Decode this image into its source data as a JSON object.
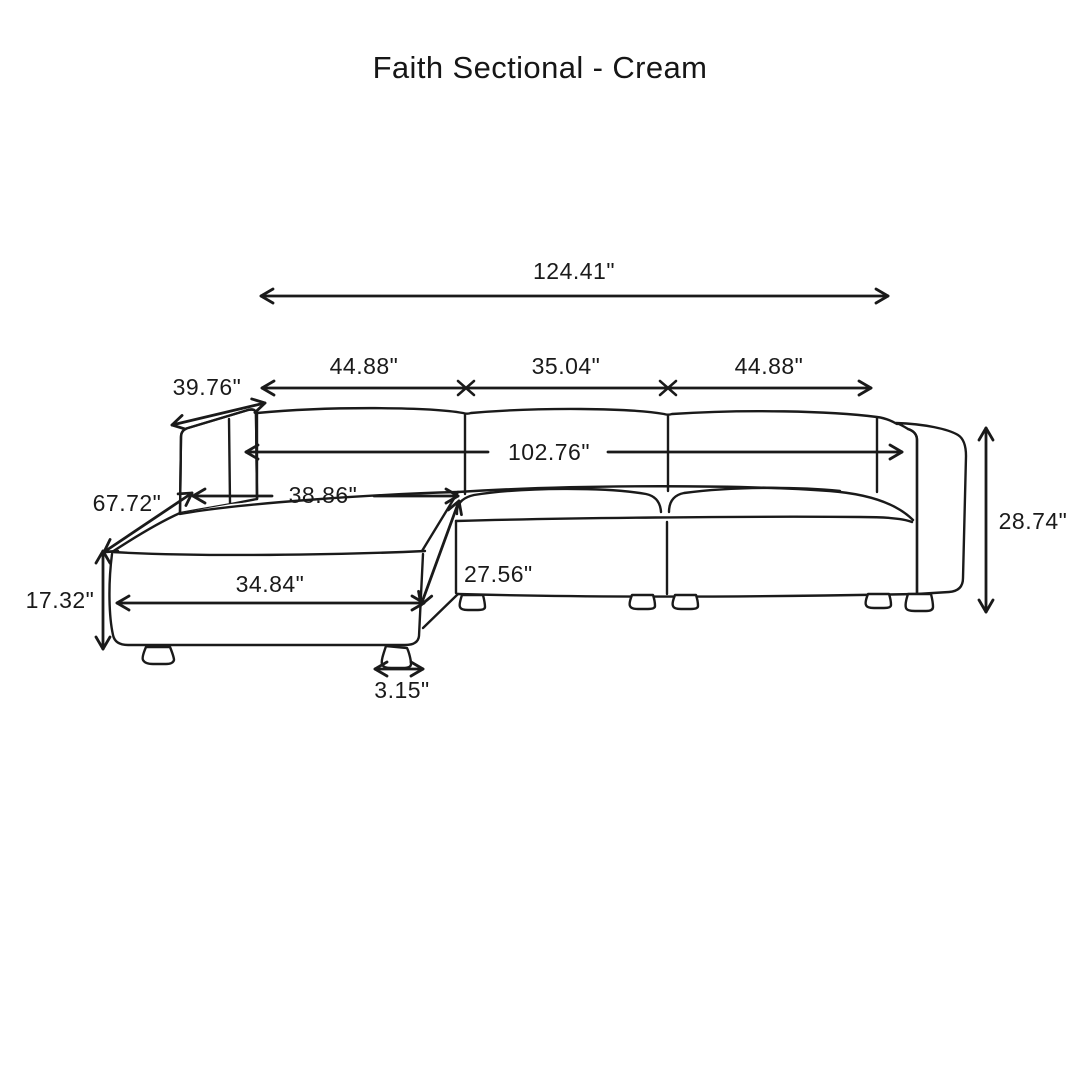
{
  "page": {
    "title": "Faith Sectional - Cream"
  },
  "illustration": {
    "subject": "sectional sofa with left chaise, front three-quarter line drawing",
    "style": "hand-drawn outline",
    "colors": {
      "ink": "#1a1a1a",
      "background": "#ffffff"
    }
  },
  "dimensions": {
    "overall_width": "124.41\"",
    "section_left": "44.88\"",
    "section_middle": "35.04\"",
    "section_right": "44.88\"",
    "arm_depth": "39.76\"",
    "interior_width": "102.76\"",
    "chaise_depth": "67.72\"",
    "chaise_interior_width": "38.86\"",
    "seat_height": "17.32\"",
    "chaise_front_width": "34.84\"",
    "seat_depth": "27.56\"",
    "leg_height": "3.15\"",
    "overall_height": "28.74\""
  }
}
